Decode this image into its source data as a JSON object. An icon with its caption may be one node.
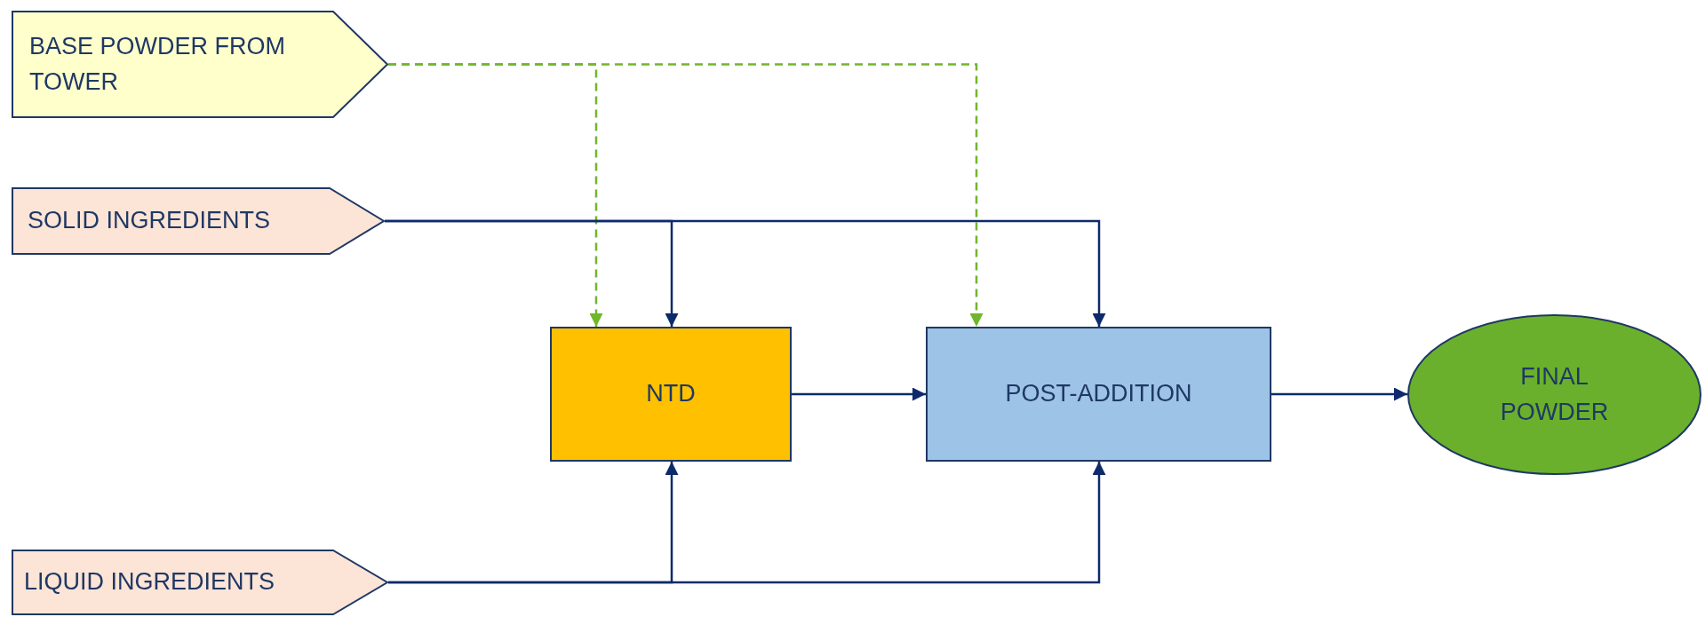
{
  "diagram": {
    "nodes": [
      {
        "text": [
          "BASE POWDER FROM TOWER"
        ]
      },
      {
        "text": [
          "SOLID INGREDIENTS"
        ]
      },
      {
        "text": [
          "LIQUID INGREDIENTS"
        ]
      },
      {
        "text": [
          "NTD"
        ]
      },
      {
        "text": [
          "POST-ADDITION"
        ]
      },
      {
        "text": [
          "FINAL POWDER"
        ]
      }
    ],
    "edges": [
      {
        "from": 0,
        "to": 3,
        "arrow": "to",
        "style": "dashed",
        "color": "#70b62c"
      },
      {
        "from": 0,
        "to": 4,
        "arrow": "to",
        "style": "dashed",
        "color": "#70b62c"
      },
      {
        "from": 1,
        "to": 3,
        "arrow": "to"
      },
      {
        "from": 1,
        "to": 4,
        "arrow": "to"
      },
      {
        "from": 2,
        "to": 3,
        "arrow": "to"
      },
      {
        "from": 2,
        "to": 4,
        "arrow": "to"
      },
      {
        "from": 3,
        "to": 4,
        "arrow": "to"
      },
      {
        "from": 4,
        "to": 5,
        "arrow": "to"
      }
    ]
  }
}
